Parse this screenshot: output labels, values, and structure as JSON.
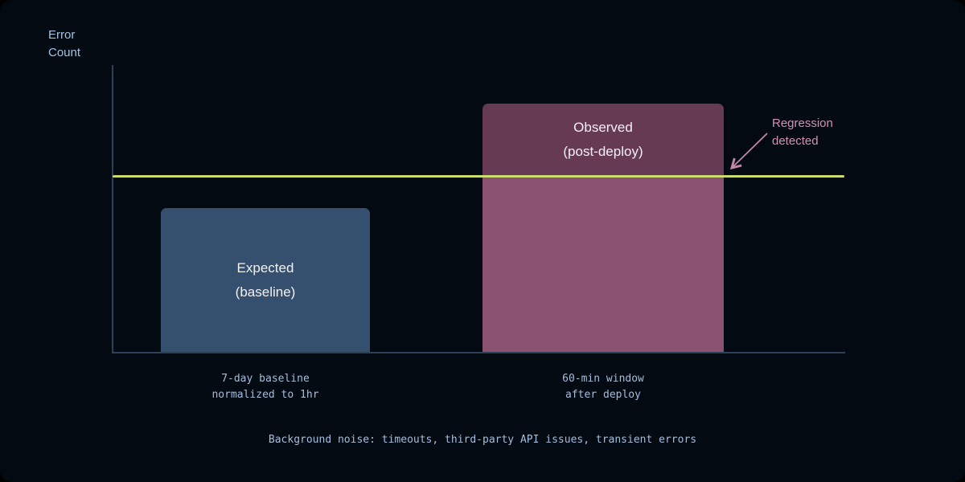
{
  "colors": {
    "page_background": "#000000",
    "card_background": "#040a12",
    "axis": "#2b4158",
    "axis_text": "#a5c4e4",
    "mono_text": "#a3bedd",
    "bar_label_text": "#f2f0f3",
    "expected_bar": "#35506e",
    "observed_bar_above": "#663a52",
    "observed_bar_below": "#8a5270",
    "threshold": "#cbdb6d",
    "annotation": "#d192b4"
  },
  "chart": {
    "y_axis_title": "Error\nCount",
    "caption": "Background noise: timeouts, third-party API issues, transient errors"
  },
  "chart_data": {
    "type": "bar",
    "title": "",
    "xlabel": "",
    "ylabel": "Error Count",
    "value_unit": "relative (no numeric axis ticks shown)",
    "ylim": [
      0,
      115.5
    ],
    "grid": false,
    "legend": "none",
    "categories": [
      "7-day baseline normalized to 1hr",
      "60-min window after deploy"
    ],
    "bars": [
      {
        "name": "expected",
        "label": "Expected\n(baseline)",
        "tick": "7-day baseline\nnormalized to 1hr",
        "value": 58
      },
      {
        "name": "observed",
        "label": "Observed\n(post-deploy)",
        "tick": "60-min window\nafter deploy",
        "value": 100
      }
    ],
    "threshold": {
      "value": 71,
      "label": "Regression\ndetected",
      "style": "solid horizontal line across plot"
    }
  }
}
